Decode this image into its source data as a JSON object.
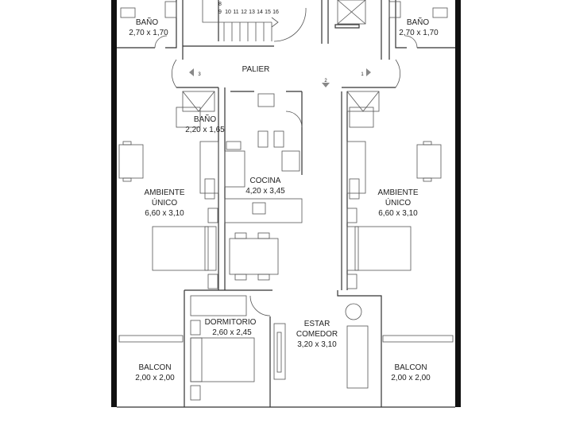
{
  "rooms": {
    "bano_top_left": {
      "name": "BAÑO",
      "size": "2,70 x 1,70"
    },
    "bano_top_right": {
      "name": "BAÑO",
      "size": "2,70 x 1,70"
    },
    "palier": {
      "name": "PALIER"
    },
    "bano_center": {
      "name": "BAÑO",
      "size": "2,20 x 1,65"
    },
    "cocina": {
      "name": "COCINA",
      "size": "4,20 x 3,45"
    },
    "ambiente_left": {
      "name1": "AMBIENTE",
      "name2": "ÚNICO",
      "size": "6,60 x 3,10"
    },
    "ambiente_right": {
      "name1": "AMBIENTE",
      "name2": "ÚNICO",
      "size": "6,60 x 3,10"
    },
    "dormitorio": {
      "name": "DORMITORIO",
      "size": "2,60 x 2,45"
    },
    "estar": {
      "name1": "ESTAR",
      "name2": "COMEDOR",
      "size": "3,20 x 3,10"
    },
    "balcon_left": {
      "name": "BALCON",
      "size": "2,00 x 2,00"
    },
    "balcon_right": {
      "name": "BALCON",
      "size": "2,00 x 2,00"
    }
  },
  "stairs": {
    "steps_top": [
      "8"
    ],
    "steps": [
      "9",
      "10",
      "11",
      "12",
      "13",
      "14",
      "15",
      "16"
    ]
  },
  "unit_numbers": [
    "3",
    "2",
    "1"
  ]
}
